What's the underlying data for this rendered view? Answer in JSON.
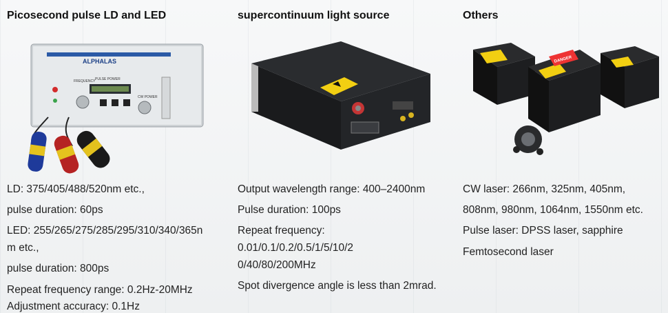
{
  "columns": [
    {
      "title": "Picosecond pulse LD and LED",
      "image_icon": "ld-driver-device-icon",
      "lines": [
        "LD: 375/405/488/520nm etc.,",
        "pulse duration: 60ps",
        "LED: 255/265/275/285/295/310/340/365n",
        "m  etc.,",
        "pulse duration: 800ps",
        "Repeat frequency range: 0.2Hz-20MHz",
        "Adjustment accuracy: 0.1Hz"
      ],
      "device_labels": {
        "brand": "ALPHALAS",
        "frequency": "FREQUENCY",
        "pulse_power": "PULSE POWER",
        "cw_power": "CW POWER"
      }
    },
    {
      "title": "supercontinuum light source",
      "image_icon": "supercontinuum-box-icon",
      "lines": [
        "Output wavelength range: 400–2400nm",
        "Pulse duration: 100ps",
        "Repeat frequency:",
        "0.01/0.1/0.2/0.5/1/5/10/2",
        "0/40/80/200MHz",
        "Spot divergence angle is less than 2mrad."
      ]
    },
    {
      "title": "Others",
      "image_icon": "laser-modules-icon",
      "lines": [
        "CW laser: 266nm, 325nm, 405nm,",
        "808nm, 980nm, 1064nm, 1550nm etc.",
        "Pulse laser: DPSS laser, sapphire",
        "Femtosecond laser"
      ],
      "device_labels": {
        "danger": "DANGER"
      }
    }
  ]
}
